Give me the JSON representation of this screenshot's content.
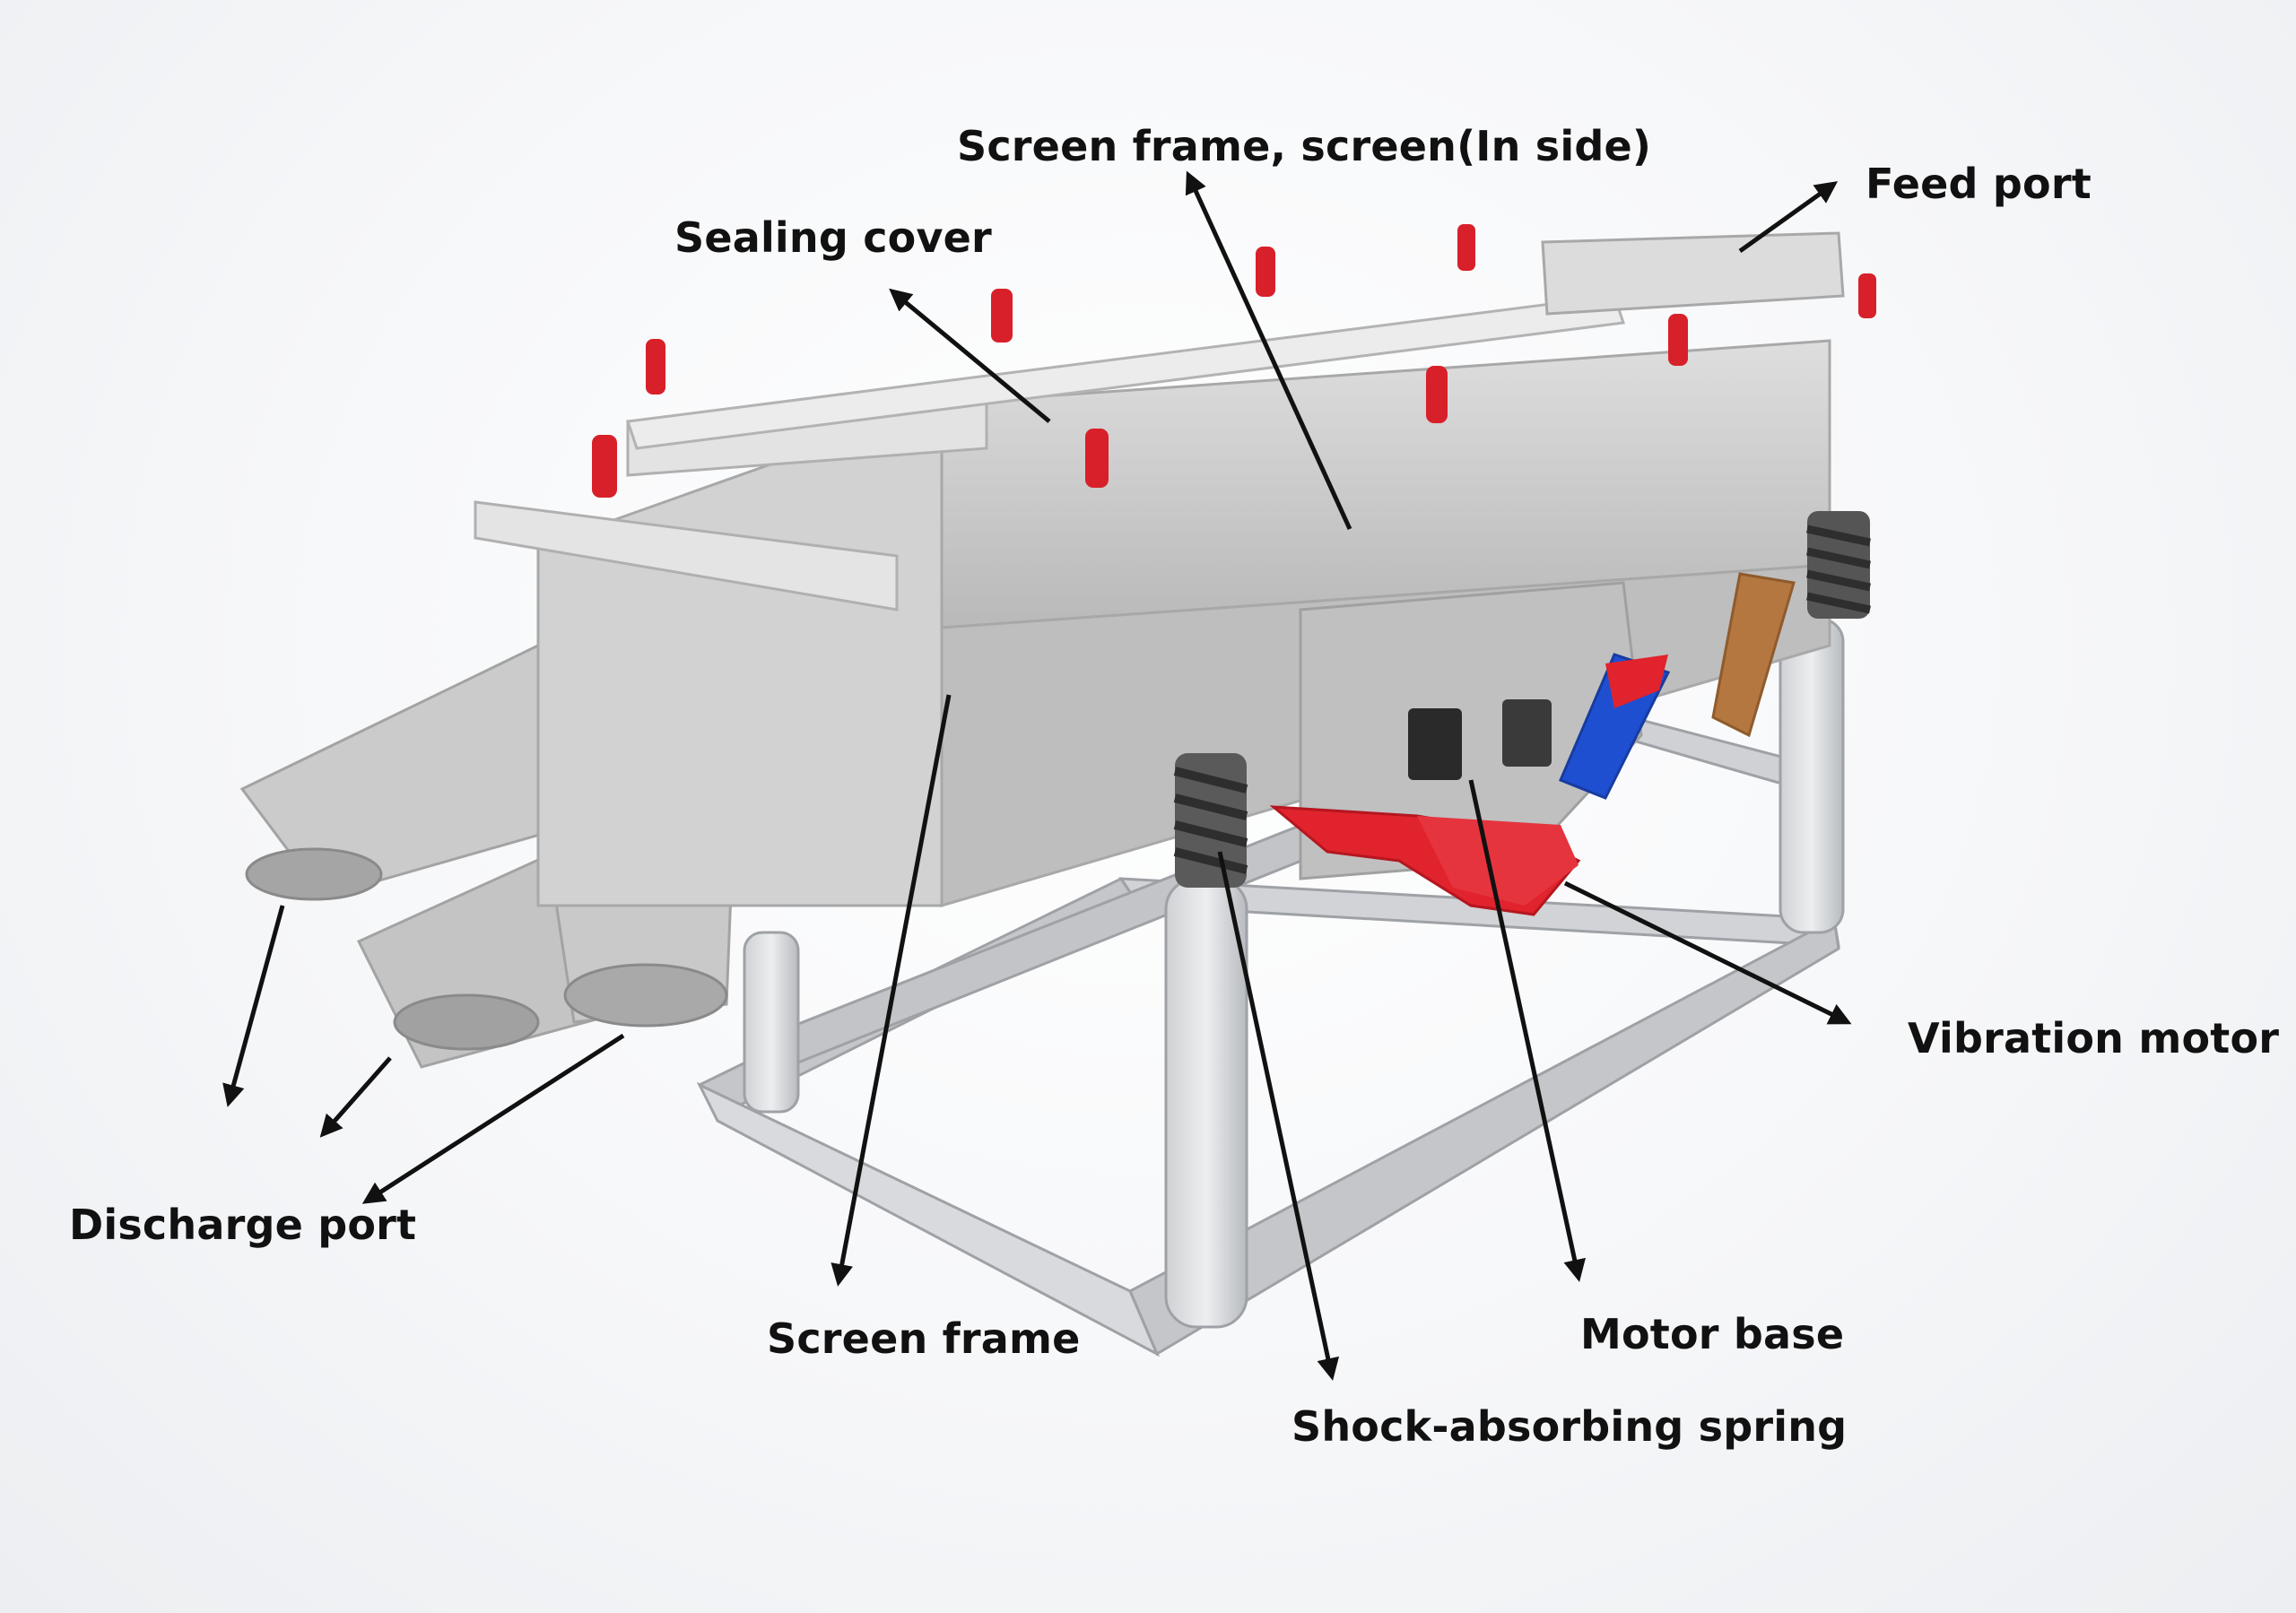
{
  "labels": {
    "screen_frame_inside": "Screen frame, screen(In side)",
    "feed_port": "Feed port",
    "sealing_cover": "Sealing cover",
    "vibration_motor": "Vibration motor",
    "discharge_port": "Discharge port",
    "screen_frame": "Screen frame",
    "motor_base": "Motor base",
    "shock_absorbing_spring": "Shock-absorbing spring"
  },
  "colors": {
    "machine_body": "#c9c9c9",
    "machine_light": "#dcdcdc",
    "machine_shadow": "#a9a9a9",
    "clamp_red": "#d8202a",
    "motor_red": "#e0232d",
    "motor_blue": "#1f4fd1",
    "spring_dark": "#4a4a4a",
    "arrow": "#111111",
    "label_text": "#111111"
  }
}
